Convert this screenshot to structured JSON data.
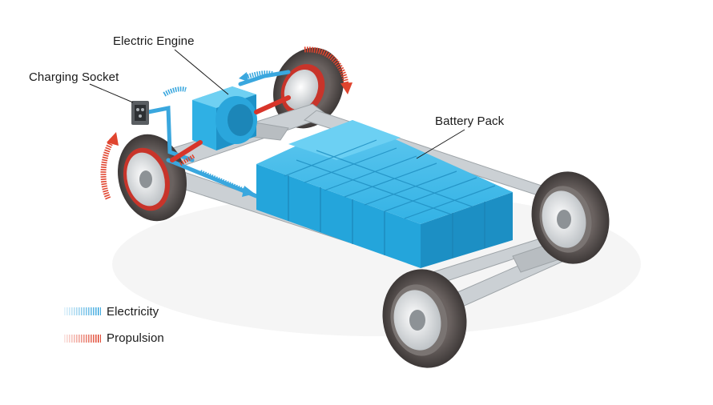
{
  "labels": {
    "electric_engine": "Electric Engine",
    "charging_socket": "Charging Socket",
    "battery_pack": "Battery Pack"
  },
  "legend": {
    "electricity": "Electricity",
    "propulsion": "Propulsion"
  },
  "colors": {
    "electricity": "#3aa7de",
    "propulsion": "#e0442e",
    "battery": "#2fb0e4",
    "battery_dark": "#1c86b8",
    "frame": "#c9cdd1",
    "tire": "#4a4544",
    "rim": "#e3e6e8"
  }
}
